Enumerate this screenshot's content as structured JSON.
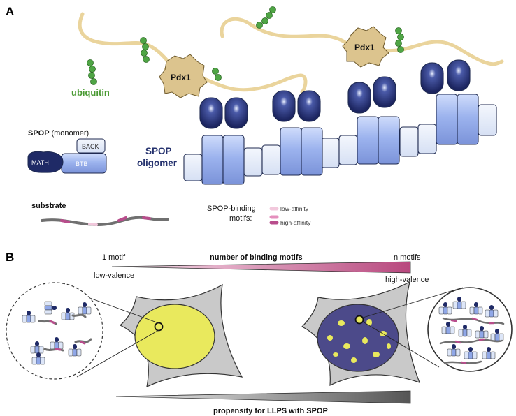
{
  "panel_a": {
    "letter": "A",
    "ubiquitin_label": "ubiquitin",
    "pdx1_left": "Pdx1",
    "pdx1_right": "Pdx1",
    "spop_title": "SPOP",
    "spop_sub": "(monomer)",
    "back_label": "BACK",
    "math_label": "MATH",
    "btb_label": "BTB",
    "oligomer_line1": "SPOP",
    "oligomer_line2": "oligomer",
    "substrate_label": "substrate",
    "motifs_line1": "SPOP-binding",
    "motifs_line2": "motifs:",
    "low_affinity": "low-affinity",
    "high_affinity": "high-affinity"
  },
  "panel_b": {
    "letter": "B",
    "one_motif": "1 motif",
    "number_title": "number of binding motifs",
    "n_motifs": "n motifs",
    "low_valence": "low-valence",
    "high_valence": "high-valence",
    "propensity": "propensity for LLPS with SPOP"
  },
  "colors": {
    "math_navy": "#1f2a66",
    "btb_blue": "#8fa7e8",
    "back_light": "#dde6f8",
    "pdx1_tan": "#dcc48e",
    "chain_tan": "#ead49c",
    "ubiquitin_green": "#4fa545",
    "low_affinity_pink": "#f2c8dc",
    "high_affinity_magenta": "#b84d8c",
    "droplet_yellow": "#e9e95d",
    "nucleus_purple": "#4c4a8a",
    "cell_gray": "#c9c9c9"
  }
}
